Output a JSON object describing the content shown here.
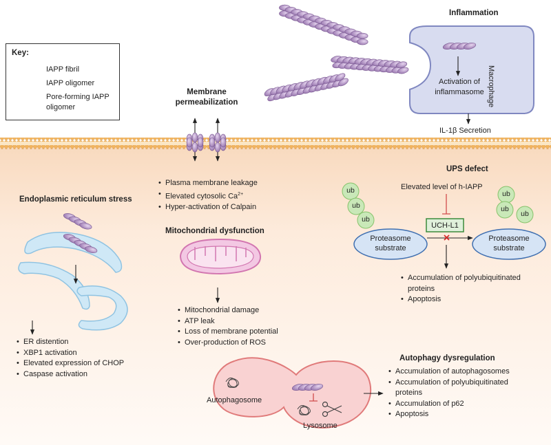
{
  "key": {
    "title": "Key:",
    "fibril": "IAPP fibril",
    "oligomer": "IAPP oligomer",
    "pore_line1": "Pore-forming IAPP",
    "pore_line2": "oligomer"
  },
  "inflammation": {
    "title": "Inflammation",
    "macrophage": "Macrophage",
    "activation_line1": "Activation  of",
    "activation_line2": "inflammasome",
    "secretion": "IL-1β Secretion"
  },
  "membrane": {
    "title_line1": "Membrane",
    "title_line2": "permeabilization",
    "bullets": [
      "Plasma membrane leakage",
      "Elevated cytosolic Ca",
      "Hyper-activation of Calpain"
    ],
    "ca_sup": "2+"
  },
  "er": {
    "title": "Endoplasmic reticulum stress",
    "bullets": [
      "ER distention",
      "XBP1 activation",
      "Elevated expression of CHOP",
      "Caspase activation"
    ]
  },
  "mito": {
    "title": "Mitochondrial dysfunction",
    "bullets": [
      "Mitochondrial damage",
      "ATP leak",
      "Loss of membrane potential",
      "Over-production of  ROS"
    ]
  },
  "ups": {
    "title": "UPS defect",
    "elevated": "Elevated level of  h-IAPP",
    "uchl1": "UCH-L1",
    "ub": "ub",
    "substrate_line1": "Proteasome",
    "substrate_line2": "substrate",
    "bullets": [
      "Accumulation of polyubiquitinated",
      "proteins",
      "Apoptosis"
    ]
  },
  "autophagy": {
    "title": "Autophagy dysregulation",
    "autophagosome": "Autophagosome",
    "lysosome": "Lysosome",
    "bullets": [
      "Accumulation of autophagosomes",
      "Accumulation of polyubiquitinated",
      "proteins",
      "Accumulation of p62",
      "Apoptosis"
    ]
  },
  "colors": {
    "cytoplasm": "#fdebdc",
    "membrane_head": "#f0b86a",
    "iapp_purple": "#b08cc4",
    "macrophage": "#d8dcf0",
    "er": "#cfe8f6",
    "mito": "#f3c8e3",
    "ub_green": "#c9e8b8",
    "proteasome": "#d6e4f5",
    "autophagy": "#f9d2d2"
  }
}
